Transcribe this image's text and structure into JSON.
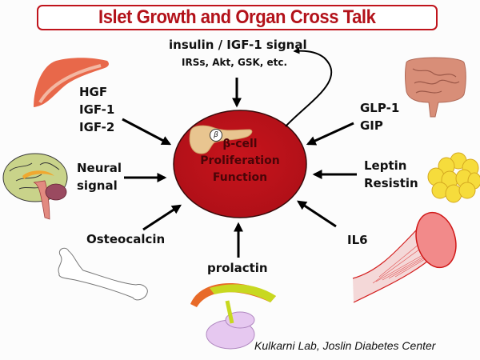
{
  "title": "Islet Growth and Organ Cross Talk",
  "center": {
    "beta_symbol": "β",
    "lines": [
      "β-cell",
      "Proliferation",
      "Function"
    ],
    "fill_color": "#c4121b"
  },
  "signals": {
    "insulin": {
      "title": "insulin / IGF-1 signal",
      "subtitle": "IRSs, Akt, GSK, etc."
    },
    "liver": {
      "lines": [
        "HGF",
        "IGF-1",
        "IGF-2"
      ],
      "organ": "liver"
    },
    "brain": {
      "lines": [
        "Neural",
        "signal"
      ],
      "organ": "brain"
    },
    "bone": {
      "lines": [
        "Osteocalcin"
      ],
      "organ": "bone"
    },
    "pituitary": {
      "lines": [
        "prolactin"
      ],
      "organ": "pituitary"
    },
    "gut": {
      "lines": [
        "GLP-1",
        "GIP"
      ],
      "organ": "intestine"
    },
    "fat": {
      "lines": [
        "Leptin",
        "Resistin"
      ],
      "organ": "adipocytes"
    },
    "muscle": {
      "lines": [
        "IL6"
      ],
      "organ": "muscle"
    }
  },
  "footer": "Kulkarni Lab, Joslin Diabetes Center",
  "colors": {
    "accent": "#c0141c",
    "title_text": "#b3121a"
  }
}
